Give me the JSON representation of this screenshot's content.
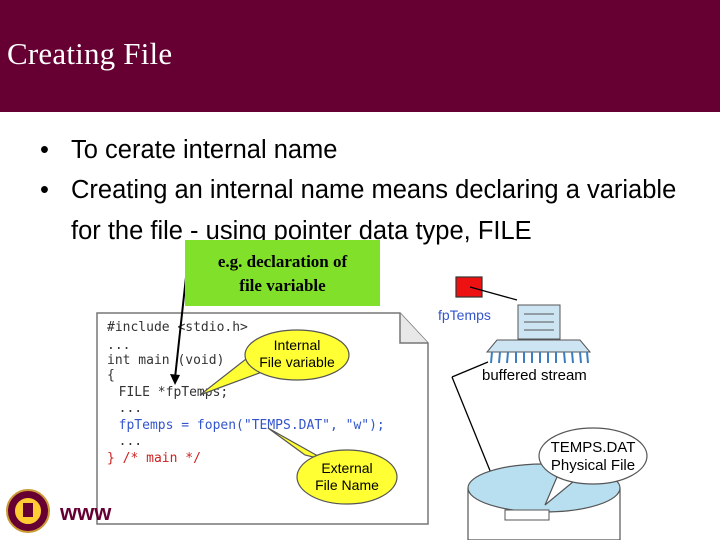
{
  "header": {
    "title": "Creating File"
  },
  "bullets": [
    "To cerate internal name",
    "Creating an internal name means declaring a variable for the file - using pointer data type, FILE"
  ],
  "callout": {
    "line1": "e.g. declaration of",
    "line2": "file variable"
  },
  "diagram": {
    "code_lines": [
      "#include <stdio.h>",
      "...",
      "int main (void)",
      "{",
      "  FILE *fpTemps;",
      "  ...",
      "  fpTemps = fopen(\"TEMPS.DAT\", \"w\");",
      "  ...",
      "} /* main */"
    ],
    "bubble_internal": [
      "Internal",
      "File variable"
    ],
    "bubble_external": [
      "External",
      "File Name"
    ],
    "pointer_label": "fpTemps",
    "buffer_label": "buffered stream",
    "physical_file": [
      "TEMPS.DAT",
      "Physical File"
    ]
  },
  "footer": {
    "web_text": "www"
  },
  "colors": {
    "header": "#660033",
    "callout": "#80e02a",
    "bubble": "#ffff33",
    "code_blue": "#3355cc",
    "code_red": "#cc2222"
  }
}
